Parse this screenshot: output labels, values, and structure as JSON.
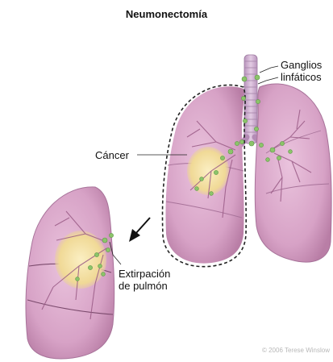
{
  "title": "Neumonectomía",
  "labels": {
    "lymph_nodes": [
      "Ganglios",
      "linfáticos"
    ],
    "cancer": "Cáncer",
    "lung_removal": [
      "Extirpación",
      "de pulmón"
    ]
  },
  "credit": "© 2006 Terese Winslow",
  "colors": {
    "lung_fill": "#d9a6c9",
    "lung_shadow": "#b77aa2",
    "vessel": "#9a5b86",
    "tumor": "#f0dc9c",
    "node": "#8cc46a",
    "trachea": "#c7a3c7"
  }
}
